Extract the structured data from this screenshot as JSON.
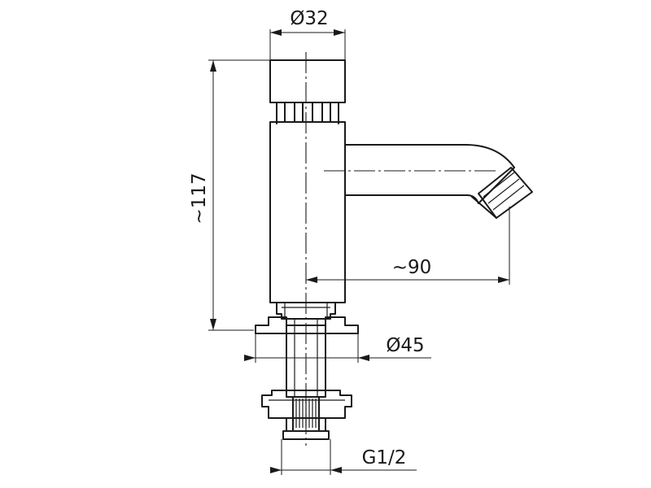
{
  "dimensions": {
    "head_diameter": "Ø32",
    "height": "~117",
    "spout_reach": "~90",
    "flange_diameter": "Ø45",
    "thread": "G1/2"
  }
}
